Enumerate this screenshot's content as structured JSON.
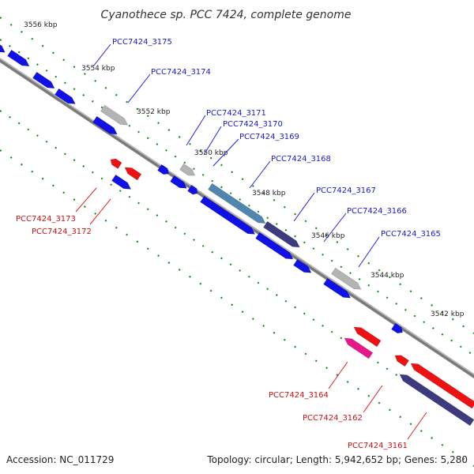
{
  "title": "Cyanothece sp. PCC 7424, complete genome",
  "footer": {
    "accession": "Accession: NC_011729",
    "topology": "Topology: circular; Length: 5,942,652 bp; Genes: 5,280"
  },
  "kbp_labels": [
    "3556 kbp",
    "3554 kbp",
    "3552 kbp",
    "3550 kbp",
    "3548 kbp",
    "3546 kbp",
    "3544 kbp",
    "3542 kbp"
  ],
  "gene_labels_forward": [
    "PCC7424_3175",
    "PCC7424_3174",
    "PCC7424_3171",
    "PCC7424_3170",
    "PCC7424_3169",
    "PCC7424_3168",
    "PCC7424_3167",
    "PCC7424_3166",
    "PCC7424_3165"
  ],
  "gene_labels_reverse": [
    "PCC7424_3173",
    "PCC7424_3172",
    "PCC7424_3164",
    "PCC7424_3162",
    "PCC7424_3161"
  ],
  "colors": {
    "blue": "#1010e8",
    "red": "#ee1111",
    "gray": "#b4b4b4",
    "steel": "#4f86b0",
    "slate": "#3d3a80",
    "pink": "#e8188c",
    "backbone": "#808080",
    "tick": "#118811"
  }
}
